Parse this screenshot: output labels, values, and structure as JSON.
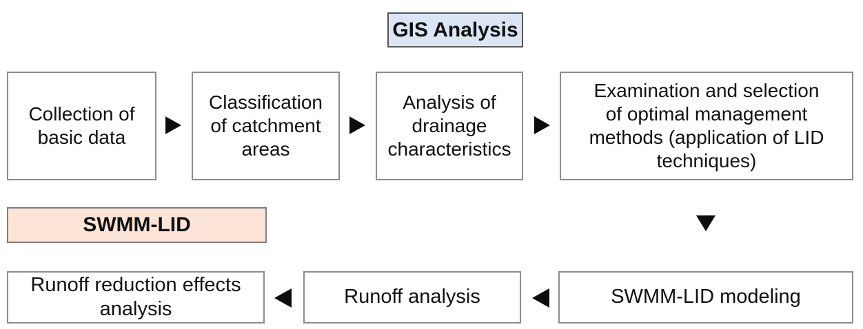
{
  "diagram_title": "GIS Analysis / SWMM-LID workflow flowchart",
  "colors": {
    "background": "#ffffff",
    "box_fill": "#ffffff",
    "box_border": "#8c8c8c",
    "text": "#111111",
    "arrow": "#0d0d0d",
    "gis_label_fill": "#dbe5f3",
    "gis_label_border": "#555555",
    "swmm_label_fill": "#fce4d6",
    "swmm_label_border": "#7f7f7f"
  },
  "labels": {
    "gis": "GIS Analysis",
    "swmm": "SWMM-LID"
  },
  "top_row": [
    {
      "text": "Collection of\nbasic data"
    },
    {
      "text": "Classification\nof catchment\nareas"
    },
    {
      "text": "Analysis of\ndrainage\ncharacteristics"
    },
    {
      "text": "Examination and selection\nof optimal management\nmethods (application of LID\ntechniques)"
    }
  ],
  "bottom_row": [
    {
      "text": "Runoff reduction effects\nanalysis"
    },
    {
      "text": "Runoff analysis"
    },
    {
      "text": "SWMM-LID modeling"
    }
  ],
  "flow": {
    "top_direction": "left-to-right",
    "bottom_direction": "right-to-left",
    "connector": "solid black triangle arrows"
  }
}
